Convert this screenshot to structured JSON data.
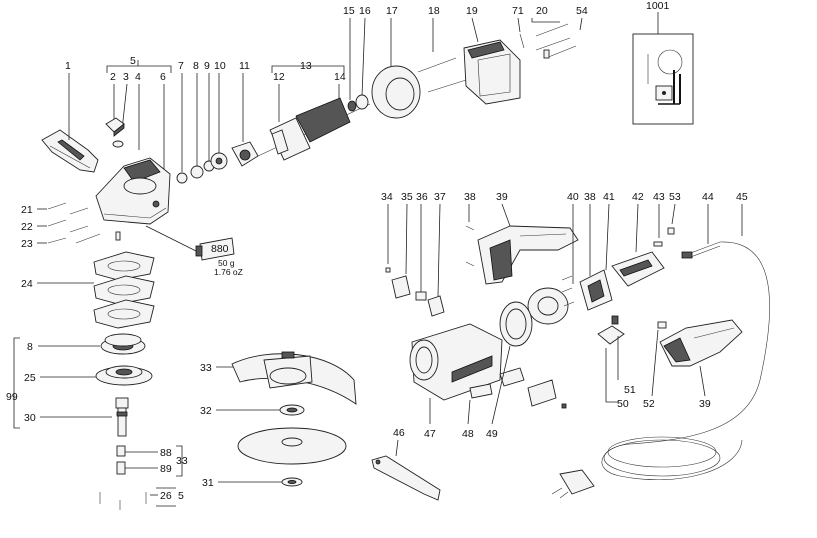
{
  "diagram": {
    "part_numbers": {
      "p1": "1",
      "p2": "2",
      "p3": "3",
      "p4": "4",
      "p5": "5",
      "p6": "6",
      "p7": "7",
      "p8a": "8",
      "p9": "9",
      "p10": "10",
      "p11": "11",
      "p12": "12",
      "p13": "13",
      "p14": "14",
      "p15": "15",
      "p16": "16",
      "p17": "17",
      "p18": "18",
      "p19": "19",
      "p71": "71",
      "p20": "20",
      "p54": "54",
      "p1001": "1001",
      "p21": "21",
      "p22": "22",
      "p23": "23",
      "p24": "24",
      "p8b": "8",
      "p99": "99",
      "p25": "25",
      "p30": "30",
      "p88": "88",
      "p89": "89",
      "p33a": "33",
      "p26": "26",
      "p5b": "5",
      "p33b": "33",
      "p32": "32",
      "p31": "31",
      "p34": "34",
      "p35": "35",
      "p36": "36",
      "p37": "37",
      "p38a": "38",
      "p39a": "39",
      "p40": "40",
      "p38b": "38",
      "p41": "41",
      "p42": "42",
      "p43": "43",
      "p53": "53",
      "p44": "44",
      "p45": "45",
      "p47": "47",
      "p48": "48",
      "p49": "49",
      "p46": "46",
      "p51": "51",
      "p50": "50",
      "p52": "52",
      "p39b": "39"
    },
    "grease_tube": {
      "code": "880",
      "weight_g": "50 g",
      "weight_oz": "1.76 oZ"
    }
  }
}
